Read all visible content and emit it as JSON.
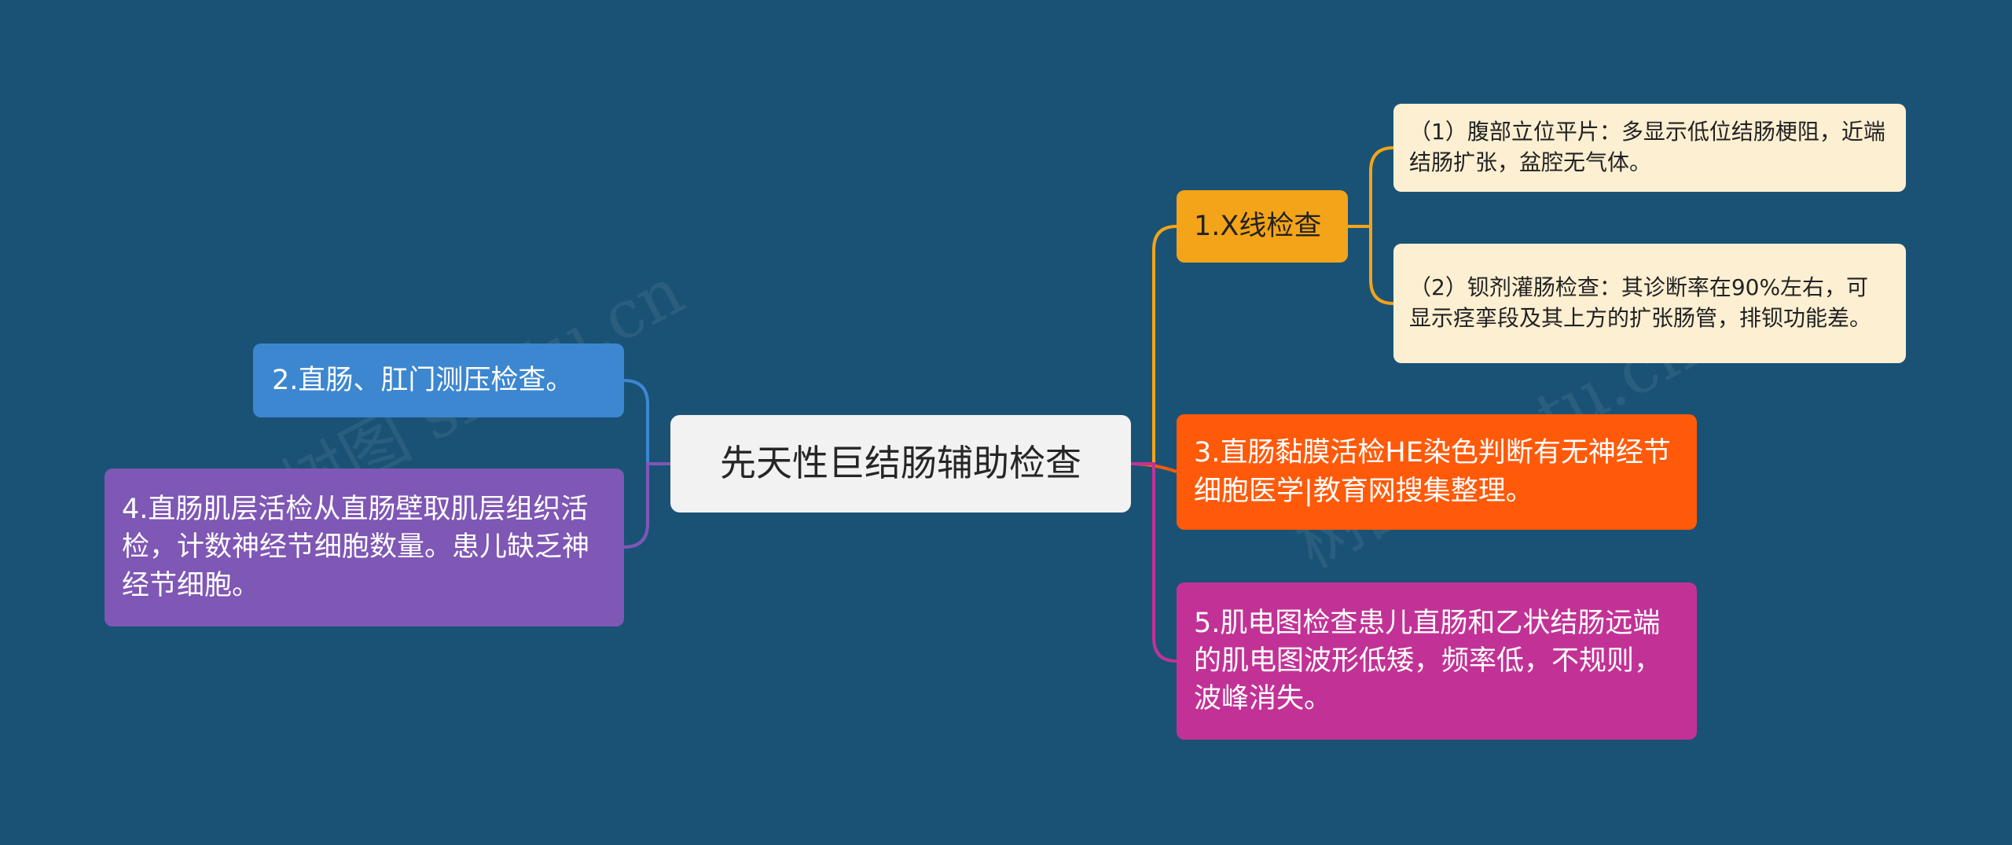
{
  "mindmap": {
    "center": "先天性巨结肠辅助检查",
    "branches": [
      {
        "id": "b1",
        "text": "1.X线检查",
        "color": "#f4a418"
      },
      {
        "id": "b2",
        "text": "2.直肠、肛门测压检查。",
        "color": "#3c87d0"
      },
      {
        "id": "b3",
        "text": "3.直肠黏膜活检HE染色判断有无神经节细胞医学|教育网搜集整理。",
        "color": "#ff5a0a"
      },
      {
        "id": "b4",
        "text": "4.直肠肌层活检从直肠壁取肌层组织活检，计数神经节细胞数量。患儿缺乏神经节细胞。",
        "color": "#7f57b5"
      },
      {
        "id": "b5",
        "text": "5.肌电图检查患儿直肠和乙状结肠远端的肌电图波形低矮，频率低，不规则，波峰消失。",
        "color": "#c23296"
      }
    ],
    "subnodes": [
      {
        "parent": "b1",
        "text": "（1）腹部立位平片：多显示低位结肠梗阻，近端结肠扩张，盆腔无气体。"
      },
      {
        "parent": "b1",
        "text": "（2）钡剂灌肠检查：其诊断率在90%左右，可显示痉挛段及其上方的扩张肠管，排钡功能差。"
      }
    ],
    "watermark": "树图 shutu.cn"
  }
}
